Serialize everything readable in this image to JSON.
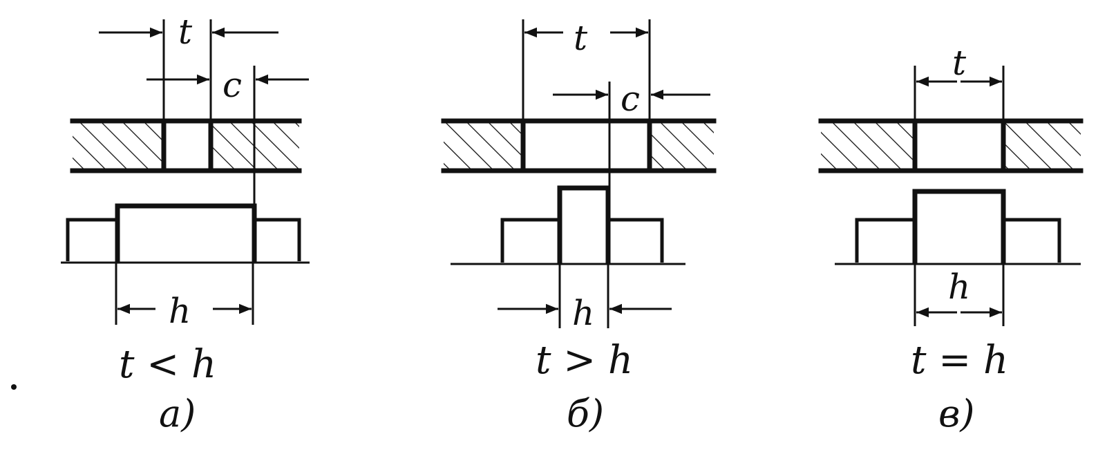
{
  "panels": [
    {
      "id": "a",
      "dim_t": "t",
      "dim_c": "c",
      "dim_h": "h",
      "condition": "t < h",
      "caption": "a)"
    },
    {
      "id": "b",
      "dim_t": "t",
      "dim_c": "c",
      "dim_h": "h",
      "condition": "t > h",
      "caption": "б)"
    },
    {
      "id": "v",
      "dim_t": "t",
      "dim_h": "h",
      "condition": "t = h",
      "caption": "в)"
    }
  ]
}
